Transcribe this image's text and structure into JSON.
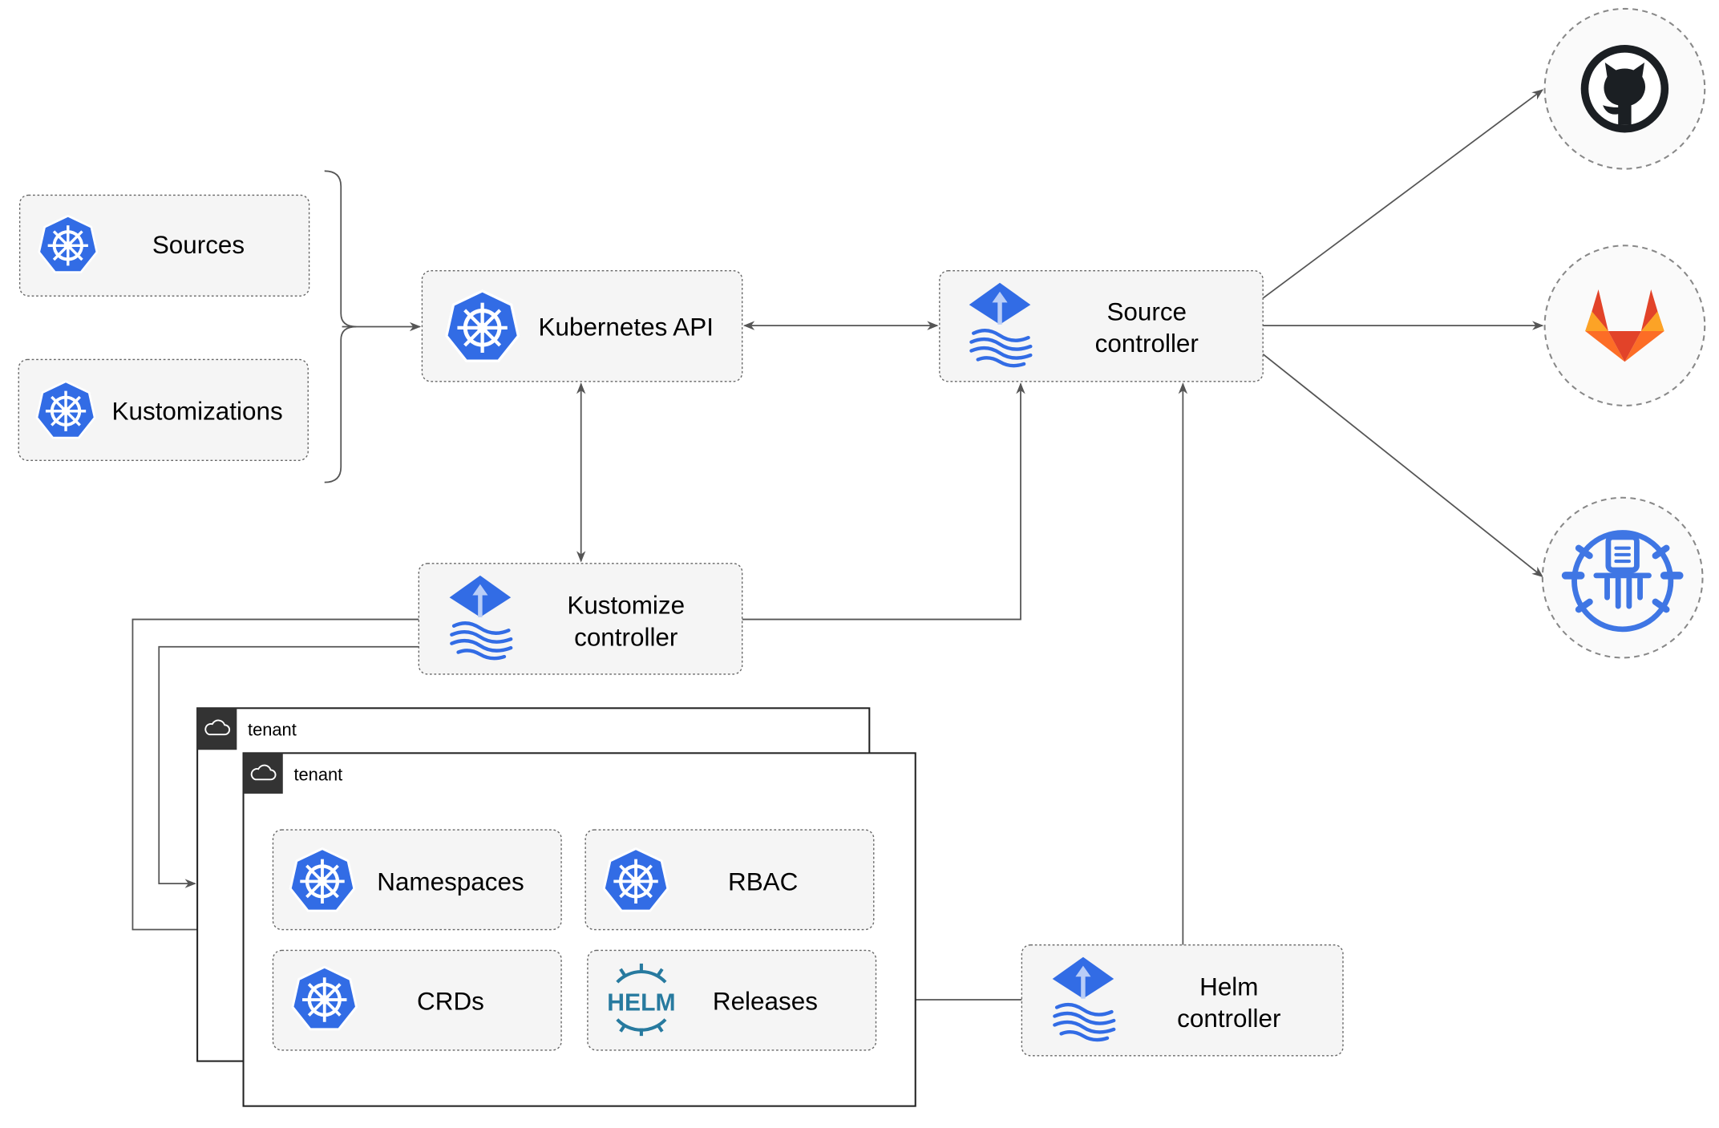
{
  "colors": {
    "kubernetes_blue": "#326CE5",
    "flux_blue": "#326CE5",
    "helm_blue": "#277A9F",
    "gitlab_orange": "#E24329",
    "github_dark": "#1B1F23",
    "tenant_header": "#333333"
  },
  "inputs": {
    "sources": {
      "label": "Sources",
      "icon": "kubernetes-icon"
    },
    "kustomizations": {
      "label": "Kustomizations",
      "icon": "kubernetes-icon"
    }
  },
  "kubernetes_api": {
    "label": "Kubernetes API",
    "icon": "kubernetes-icon"
  },
  "source_controller": {
    "line1": "Source",
    "line2": "controller",
    "icon": "flux-icon"
  },
  "kustomize_controller": {
    "line1": "Kustomize",
    "line2": "controller",
    "icon": "flux-icon"
  },
  "helm_controller": {
    "line1": "Helm",
    "line2": "controller",
    "icon": "flux-icon"
  },
  "tenants": [
    {
      "label": "tenant",
      "icon": "cloud-icon"
    },
    {
      "label": "tenant",
      "icon": "cloud-icon"
    }
  ],
  "tenant_resources": [
    {
      "label": "Namespaces",
      "icon": "kubernetes-icon"
    },
    {
      "label": "RBAC",
      "icon": "kubernetes-icon"
    },
    {
      "label": "CRDs",
      "icon": "kubernetes-icon"
    },
    {
      "label": "Releases",
      "icon": "helm-icon",
      "icon_text": "HELM"
    }
  ],
  "external_sources": [
    {
      "icon": "github-icon"
    },
    {
      "icon": "gitlab-icon"
    },
    {
      "icon": "bucket-icon"
    }
  ]
}
